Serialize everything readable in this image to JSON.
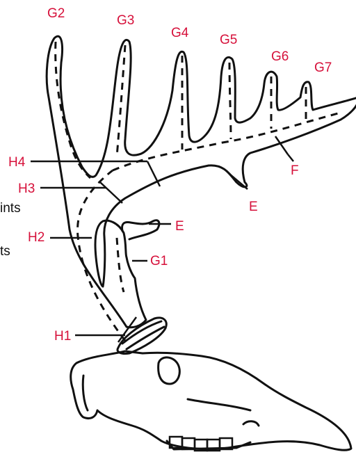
{
  "colors": {
    "label": "#d6103a",
    "ink": "#111111",
    "background": "#ffffff"
  },
  "labels": {
    "g2": "G2",
    "g3": "G3",
    "g4": "G4",
    "g5": "G5",
    "g6": "G6",
    "g7": "G7",
    "h4": "H4",
    "h3": "H3",
    "h2": "H2",
    "h1": "H1",
    "f": "F",
    "e_lower": "E",
    "e_brow": "E",
    "g1": "G1"
  },
  "cropped_text": {
    "points_a": "ints",
    "points_b": "ts"
  }
}
